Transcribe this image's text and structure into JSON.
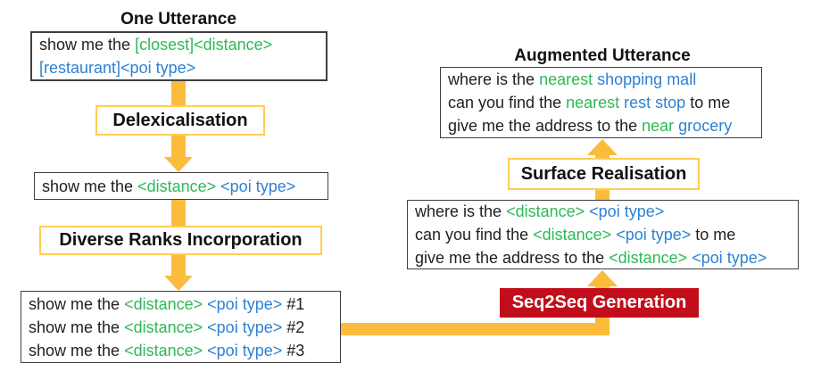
{
  "colors": {
    "arrow": "#FBBC3C",
    "label_border": "#FFCD55",
    "box_border": "#3F3F3F",
    "red_bg": "#C20E1A",
    "green": "#2EB857",
    "blue": "#2D82D4",
    "ink": "#1F1F1F"
  },
  "titles": {
    "left": "One Utterance",
    "right": "Augmented Utterance"
  },
  "steps": {
    "delexicalisation": "Delexicalisation",
    "diverse_ranks": "Diverse Ranks Incorporation",
    "surface_realisation": "Surface Realisation",
    "seq2seq": "Seq2Seq Generation"
  },
  "boxes": {
    "one_utterance": {
      "lines": [
        [
          {
            "t": "show me the ",
            "c": "black"
          },
          {
            "t": "[closest]<distance>",
            "c": "green"
          }
        ],
        [
          {
            "t": "[restaurant]<poi type>",
            "c": "blue"
          }
        ]
      ]
    },
    "delexicalised": {
      "lines": [
        [
          {
            "t": "show me the ",
            "c": "black"
          },
          {
            "t": "<distance>",
            "c": "green"
          },
          {
            "t": " ",
            "c": "black"
          },
          {
            "t": "<poi type>",
            "c": "blue"
          }
        ]
      ]
    },
    "ranked": {
      "lines": [
        [
          {
            "t": "show me the ",
            "c": "black"
          },
          {
            "t": "<distance>",
            "c": "green"
          },
          {
            "t": " ",
            "c": "black"
          },
          {
            "t": "<poi type>",
            "c": "blue"
          },
          {
            "t": " #1",
            "c": "black"
          }
        ],
        [
          {
            "t": "show me the ",
            "c": "black"
          },
          {
            "t": "<distance>",
            "c": "green"
          },
          {
            "t": " ",
            "c": "black"
          },
          {
            "t": "<poi type>",
            "c": "blue"
          },
          {
            "t": " #2",
            "c": "black"
          }
        ],
        [
          {
            "t": "show me the ",
            "c": "black"
          },
          {
            "t": "<distance>",
            "c": "green"
          },
          {
            "t": " ",
            "c": "black"
          },
          {
            "t": "<poi type>",
            "c": "blue"
          },
          {
            "t": " #3",
            "c": "black"
          }
        ]
      ]
    },
    "generated": {
      "lines": [
        [
          {
            "t": "where is the ",
            "c": "black"
          },
          {
            "t": "<distance>",
            "c": "green"
          },
          {
            "t": " ",
            "c": "black"
          },
          {
            "t": "<poi type>",
            "c": "blue"
          }
        ],
        [
          {
            "t": "can you find the ",
            "c": "black"
          },
          {
            "t": "<distance>",
            "c": "green"
          },
          {
            "t": " ",
            "c": "black"
          },
          {
            "t": "<poi type>",
            "c": "blue"
          },
          {
            "t": " to me",
            "c": "black"
          }
        ],
        [
          {
            "t": "give me the address to the ",
            "c": "black"
          },
          {
            "t": "<distance>",
            "c": "green"
          },
          {
            "t": " ",
            "c": "black"
          },
          {
            "t": "<poi type>",
            "c": "blue"
          }
        ]
      ]
    },
    "augmented": {
      "lines": [
        [
          {
            "t": "where is the ",
            "c": "black"
          },
          {
            "t": "nearest",
            "c": "green"
          },
          {
            "t": " ",
            "c": "black"
          },
          {
            "t": "shopping mall",
            "c": "blue"
          }
        ],
        [
          {
            "t": "can you find the ",
            "c": "black"
          },
          {
            "t": "nearest",
            "c": "green"
          },
          {
            "t": " ",
            "c": "black"
          },
          {
            "t": "rest stop",
            "c": "blue"
          },
          {
            "t": " to me",
            "c": "black"
          }
        ],
        [
          {
            "t": "give me the address to the ",
            "c": "black"
          },
          {
            "t": "near",
            "c": "green"
          },
          {
            "t": " ",
            "c": "black"
          },
          {
            "t": "grocery",
            "c": "blue"
          }
        ]
      ]
    }
  }
}
